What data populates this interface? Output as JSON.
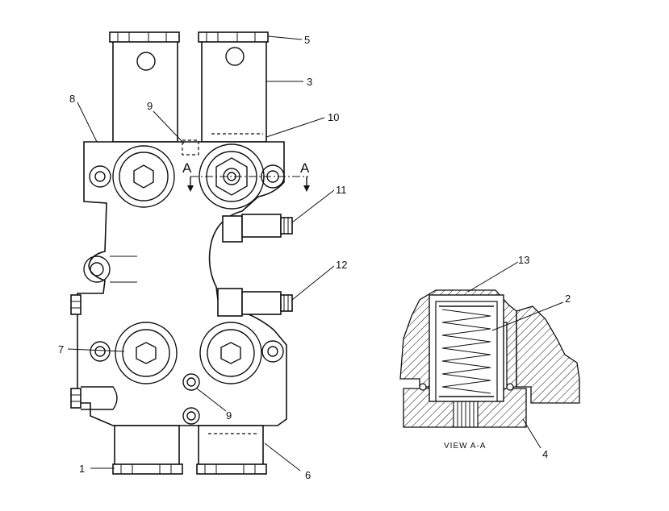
{
  "diagram": {
    "callouts": [
      {
        "id": "c1",
        "label": "1"
      },
      {
        "id": "c2",
        "label": "2"
      },
      {
        "id": "c3",
        "label": "3"
      },
      {
        "id": "c4",
        "label": "4"
      },
      {
        "id": "c5",
        "label": "5"
      },
      {
        "id": "c6",
        "label": "6"
      },
      {
        "id": "c7",
        "label": "7"
      },
      {
        "id": "c8",
        "label": "8"
      },
      {
        "id": "c9a",
        "label": "9"
      },
      {
        "id": "c9b",
        "label": "9"
      },
      {
        "id": "c10",
        "label": "10"
      },
      {
        "id": "c11",
        "label": "11"
      },
      {
        "id": "c12",
        "label": "12"
      },
      {
        "id": "c13",
        "label": "13"
      }
    ],
    "section_marker": "A",
    "view_label": "VIEW A-A"
  }
}
